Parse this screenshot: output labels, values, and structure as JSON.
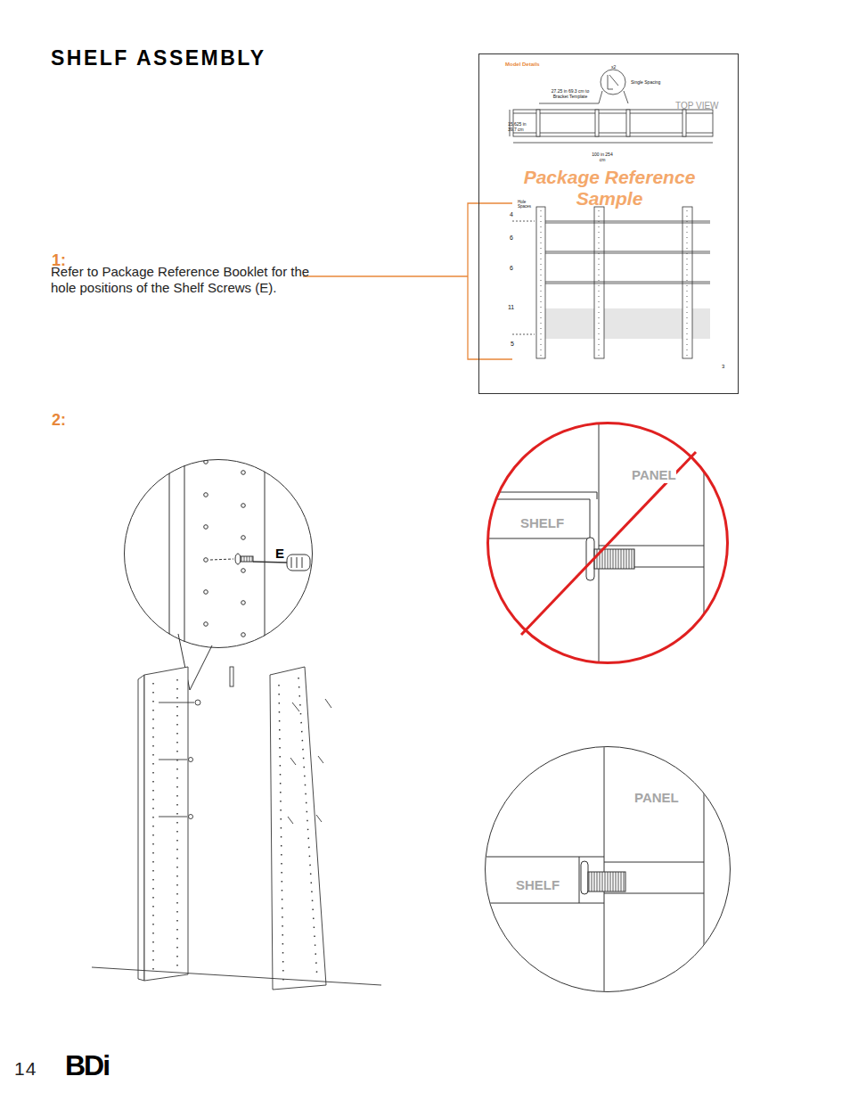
{
  "diagram": {
    "title": "SHELF ASSEMBLY",
    "nodes": [
      {
        "text": [
          "Model Details",
          "x2",
          "Single Spacing",
          "27.25 in 69.3 cm to Bracket Template",
          "15.625 in 39.7 cm",
          "100 in 254 cm",
          "TOP VIEW",
          "Package Reference Sample",
          "Hole Spaces",
          "4",
          "6",
          "6",
          "11",
          "5",
          "3"
        ]
      },
      {
        "text": [
          "E"
        ]
      },
      {
        "text": [
          "PANEL",
          "SHELF"
        ]
      },
      {
        "text": [
          "PANEL",
          "SHELF"
        ]
      }
    ],
    "labels": [
      "1:",
      "Refer to Package Reference Booklet for the hole positions of the Shelf Screws (E).",
      "2:",
      "14",
      "BDi"
    ]
  }
}
